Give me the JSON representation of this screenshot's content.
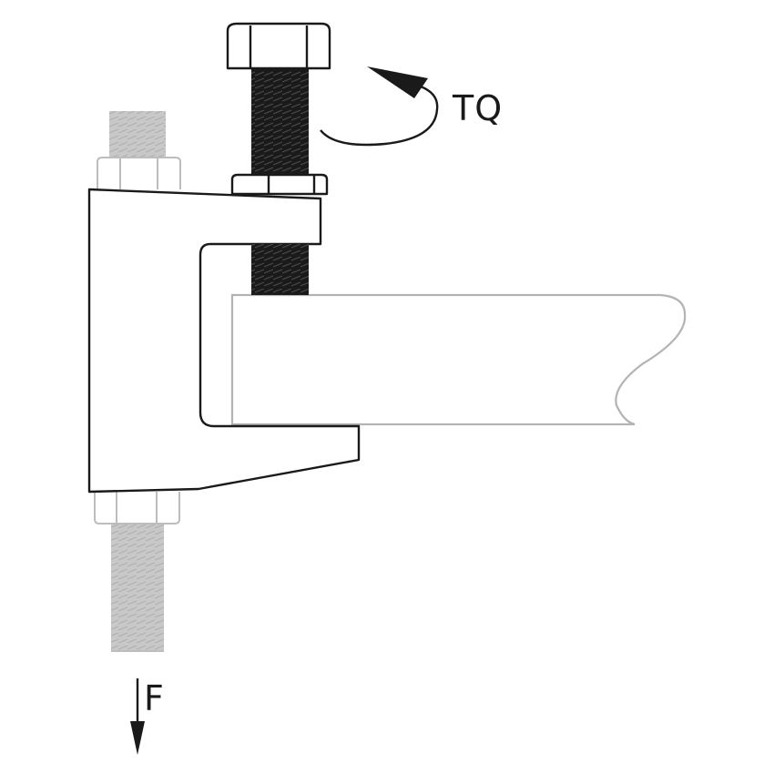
{
  "labels": {
    "torque": "TQ",
    "force": "F"
  },
  "colors": {
    "outline": "#1a1a1a",
    "bolt_fill": "#1a1a1a",
    "rod_fill": "#c8c8c8",
    "rod_outline": "#bdbdbd",
    "beam_outline": "#b3b3b3",
    "background": "#ffffff"
  },
  "parts": [
    "hex-bolt",
    "set-screw-jam-nut",
    "beam-clamp-body",
    "beam-flange",
    "threaded-hanger-rod",
    "rod-nut-top",
    "rod-nut-bottom",
    "torque-arrow",
    "force-arrow"
  ]
}
